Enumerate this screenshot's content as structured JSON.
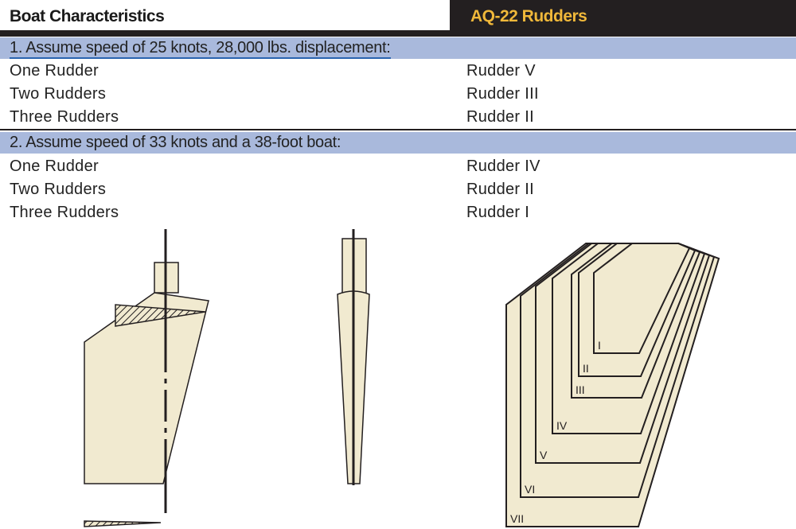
{
  "header": {
    "left_title": "Boat Characteristics",
    "right_title": "AQ-22 Rudders"
  },
  "sections": [
    {
      "title": "1. Assume speed of 25 knots, 28,000 lbs. displacement:",
      "rows": [
        {
          "config": "One Rudder",
          "rudder": "Rudder V"
        },
        {
          "config": "Two Rudders",
          "rudder": "Rudder III"
        },
        {
          "config": "Three Rudders",
          "rudder": "Rudder II"
        }
      ]
    },
    {
      "title": "2. Assume speed of 33 knots and a 38-foot boat:",
      "rows": [
        {
          "config": "One Rudder",
          "rudder": "Rudder IV"
        },
        {
          "config": "Two Rudders",
          "rudder": "Rudder II"
        },
        {
          "config": "Three Rudders",
          "rudder": "Rudder I"
        }
      ]
    }
  ],
  "diagram": {
    "size_labels": [
      "I",
      "II",
      "III",
      "IV",
      "V",
      "VI",
      "VII"
    ],
    "colors": {
      "fill": "#f1ead0",
      "stroke": "#231f20",
      "band": "#a9b9dc",
      "accent": "#f0b83a"
    }
  }
}
